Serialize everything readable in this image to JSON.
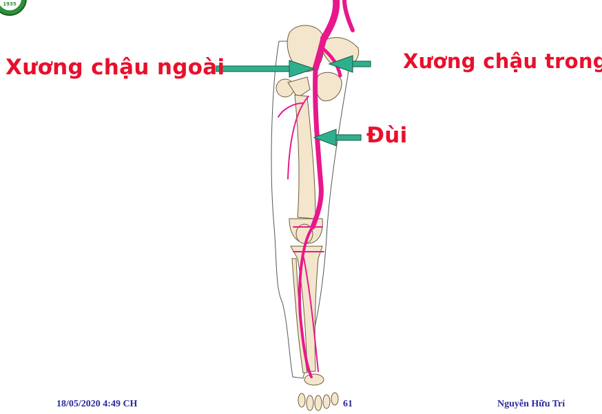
{
  "labels": {
    "external_iliac": "Xương chậu ngoài",
    "internal_iliac": "Xương chậu trong",
    "femoral": "Đùi"
  },
  "footer": {
    "date": "18/05/2020 4:49 CH",
    "page": "61",
    "author": "Nguyễn Hữu Trí"
  },
  "logo": {
    "year": "1935"
  },
  "colors": {
    "label_red": "#e8102c",
    "artery_pink": "#e8188c",
    "arrow_teal": "#2fb08c",
    "bone": "#f3e6cc",
    "footer_blue": "#2a2a9a"
  }
}
